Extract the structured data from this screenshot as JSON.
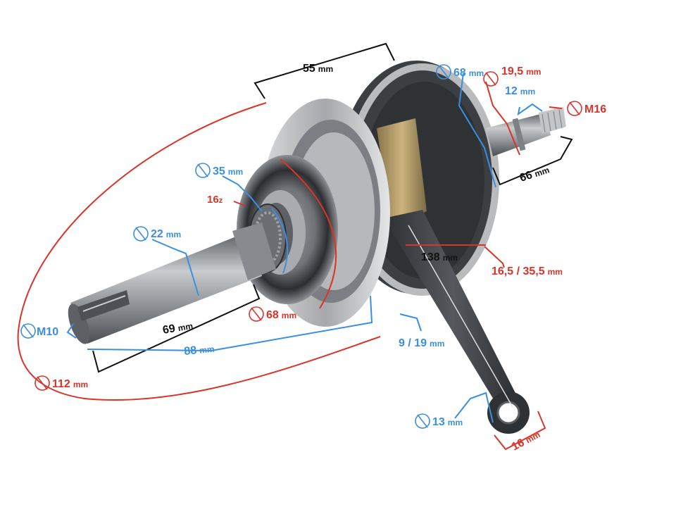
{
  "colors": {
    "blue": "#3a8fe0",
    "red": "#d8352a",
    "black": "#111111",
    "steel": "#8c8f93",
    "cast_iron": "#3c3f42",
    "brass": "#b39a63"
  },
  "labels": {
    "d68_top": {
      "n": "68",
      "u": "mm"
    },
    "d19_5": {
      "n": "19,5",
      "u": "mm"
    },
    "w12": {
      "n": "12",
      "u": "mm"
    },
    "m16": {
      "n": "M16",
      "u": ""
    },
    "w55": {
      "n": "55",
      "u": "mm"
    },
    "d35": {
      "n": "35",
      "u": "mm"
    },
    "teeth16": {
      "n": "16",
      "u": "z"
    },
    "d22": {
      "n": "22",
      "u": "mm"
    },
    "w66": {
      "n": "66",
      "u": "mm"
    },
    "w138": {
      "n": "138",
      "u": "mm"
    },
    "w16_5": {
      "n": "16,5 / 35,5",
      "u": "mm"
    },
    "d68_bot": {
      "n": "68",
      "u": "mm"
    },
    "w69": {
      "n": "69",
      "u": "mm"
    },
    "w88": {
      "n": "88",
      "u": "mm"
    },
    "w9_19": {
      "n": "9 / 19",
      "u": "mm"
    },
    "m10": {
      "n": "M10",
      "u": ""
    },
    "d112": {
      "n": "112",
      "u": "mm"
    },
    "d13": {
      "n": "13",
      "u": "mm"
    },
    "w16": {
      "n": "16",
      "u": "mm"
    }
  }
}
